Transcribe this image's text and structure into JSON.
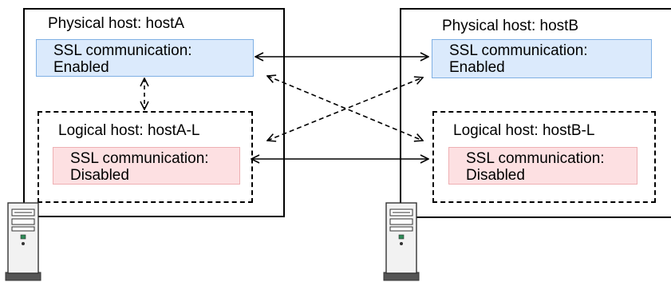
{
  "hostA": {
    "physical_label": "Physical host: hostA",
    "ssl_label_line1": "SSL communication:",
    "ssl_label_line2": "Enabled",
    "logical_label": "Logical host: hostA-L",
    "logical_ssl_line1": "SSL communication:",
    "logical_ssl_line2": "Disabled"
  },
  "hostB": {
    "physical_label": "Physical host: hostB",
    "ssl_label_line1": "SSL communication:",
    "ssl_label_line2": "Enabled",
    "logical_label": "Logical host: hostB-L",
    "logical_ssl_line1": "SSL communication:",
    "logical_ssl_line2": "Disabled"
  },
  "colors": {
    "ssl_enabled_fill": "#dbeafc",
    "ssl_enabled_border": "#7fb0e4",
    "ssl_disabled_fill": "#fde0e2",
    "ssl_disabled_border": "#eeb0b3"
  },
  "icons": [
    "server-icon",
    "server-icon"
  ]
}
